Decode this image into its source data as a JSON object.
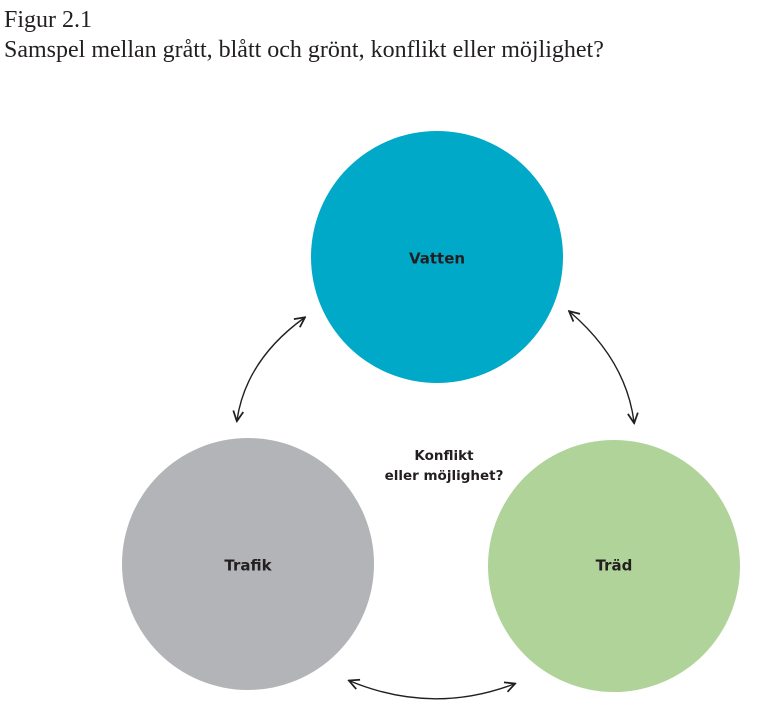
{
  "figure": {
    "number": "Figur 2.1",
    "caption": "Samspel mellan grått, blått och grönt, konflikt eller möjlighet?"
  },
  "nodes": [
    {
      "id": "vatten",
      "label": "Vatten",
      "color": "#00a9c8"
    },
    {
      "id": "trafik",
      "label": "Trafik",
      "color": "#b3b4b7"
    },
    {
      "id": "trad",
      "label": "Träd",
      "color": "#b0d39a"
    }
  ],
  "center": {
    "line1": "Konflikt",
    "line2": "eller möjlighet?"
  },
  "connections": [
    {
      "from": "vatten",
      "to": "trafik",
      "direction": "both"
    },
    {
      "from": "vatten",
      "to": "trad",
      "direction": "both"
    },
    {
      "from": "trafik",
      "to": "trad",
      "direction": "both"
    }
  ]
}
